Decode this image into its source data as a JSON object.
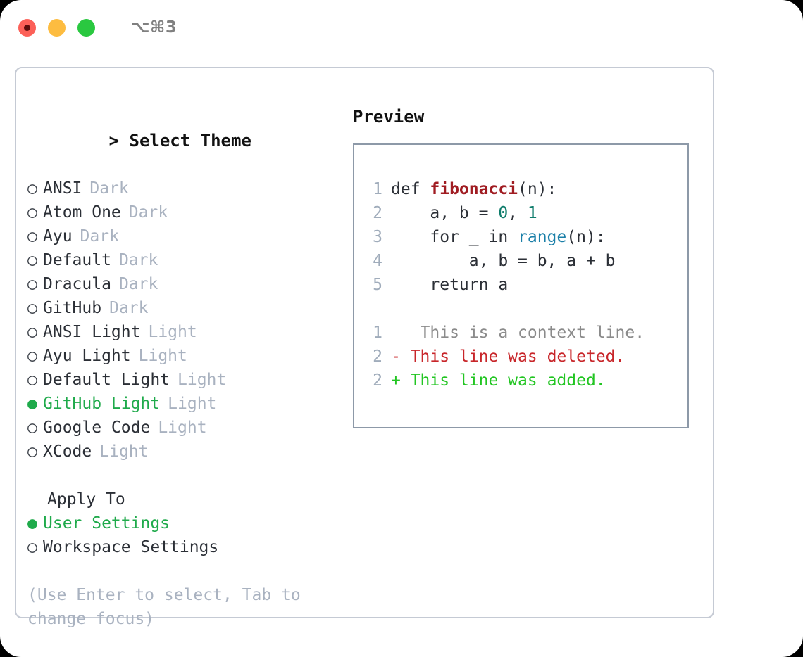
{
  "titlebar": {
    "shortcut": "⌥⌘3",
    "buttons": [
      {
        "name": "close",
        "color": "#fc6058"
      },
      {
        "name": "minimize",
        "color": "#fdbc40"
      },
      {
        "name": "maximize",
        "color": "#2ac840"
      }
    ]
  },
  "theme_panel": {
    "heading": "> Select Theme",
    "caret": ">",
    "heading_text": "Select Theme",
    "bullet_selected": "●",
    "bullet_unselected": "○",
    "items": [
      {
        "label": "ANSI",
        "tag": "Dark",
        "selected": false
      },
      {
        "label": "Atom One",
        "tag": "Dark",
        "selected": false
      },
      {
        "label": "Ayu",
        "tag": "Dark",
        "selected": false
      },
      {
        "label": "Default",
        "tag": "Dark",
        "selected": false
      },
      {
        "label": "Dracula",
        "tag": "Dark",
        "selected": false
      },
      {
        "label": "GitHub",
        "tag": "Dark",
        "selected": false
      },
      {
        "label": "ANSI Light",
        "tag": "Light",
        "selected": false
      },
      {
        "label": "Ayu Light",
        "tag": "Light",
        "selected": false
      },
      {
        "label": "Default Light",
        "tag": "Light",
        "selected": false
      },
      {
        "label": "GitHub Light",
        "tag": "Light",
        "selected": true
      },
      {
        "label": "Google Code",
        "tag": "Light",
        "selected": false
      },
      {
        "label": "XCode",
        "tag": "Light",
        "selected": false
      }
    ]
  },
  "apply_to": {
    "heading": "Apply To",
    "options": [
      {
        "label": "User Settings",
        "selected": true
      },
      {
        "label": "Workspace Settings",
        "selected": false
      }
    ]
  },
  "hint": "(Use Enter to select, Tab to change focus)",
  "preview": {
    "heading": "Preview",
    "code_lines": [
      {
        "no": "1",
        "segments": [
          {
            "text": "def ",
            "style": "plain"
          },
          {
            "text": "fibonacci",
            "style": "fn"
          },
          {
            "text": "(n):",
            "style": "plain"
          }
        ]
      },
      {
        "no": "2",
        "segments": [
          {
            "text": "    a, b = ",
            "style": "plain"
          },
          {
            "text": "0",
            "style": "num"
          },
          {
            "text": ", ",
            "style": "plain"
          },
          {
            "text": "1",
            "style": "num"
          }
        ]
      },
      {
        "no": "3",
        "segments": [
          {
            "text": "    for _ in ",
            "style": "plain"
          },
          {
            "text": "range",
            "style": "call"
          },
          {
            "text": "(n):",
            "style": "plain"
          }
        ]
      },
      {
        "no": "4",
        "segments": [
          {
            "text": "        a, b = b, a + b",
            "style": "plain"
          }
        ]
      },
      {
        "no": "5",
        "segments": [
          {
            "text": "    return a",
            "style": "plain"
          }
        ]
      }
    ],
    "diff_lines": [
      {
        "no": "1",
        "marker": " ",
        "text": "  This is a context line.",
        "kind": "ctx"
      },
      {
        "no": "2",
        "marker": "-",
        "text": " This line was deleted.",
        "kind": "del"
      },
      {
        "no": "2",
        "marker": "+",
        "text": " This line was added.",
        "kind": "add"
      }
    ]
  },
  "colors": {
    "accent_green": "#1faa4b",
    "diff_add": "#22c522",
    "diff_del": "#c8262a",
    "function": "#a01c22",
    "number": "#0e7c6b",
    "builtin": "#1a7fa8",
    "muted": "#a9b2c0",
    "border": "#c5cad4",
    "preview_border": "#8d99a8"
  }
}
